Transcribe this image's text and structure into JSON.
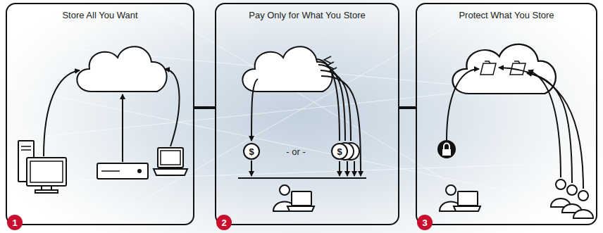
{
  "diagram": {
    "nodes": [
      {
        "text": [
          "Store All You Want"
        ]
      },
      {
        "text": [
          "Pay Only for What You Store"
        ]
      },
      {
        "text": [
          "Protect What You Store"
        ]
      },
      {
        "text": [
          "$"
        ],
        "in": 1
      },
      {
        "text": [
          "$"
        ],
        "in": 1
      }
    ],
    "edges": [
      {
        "from": 0,
        "to": 1,
        "arrow": "none"
      },
      {
        "from": 1,
        "to": 2,
        "arrow": "none"
      }
    ],
    "labels": [
      "1",
      "2",
      "3",
      "- or -"
    ]
  }
}
